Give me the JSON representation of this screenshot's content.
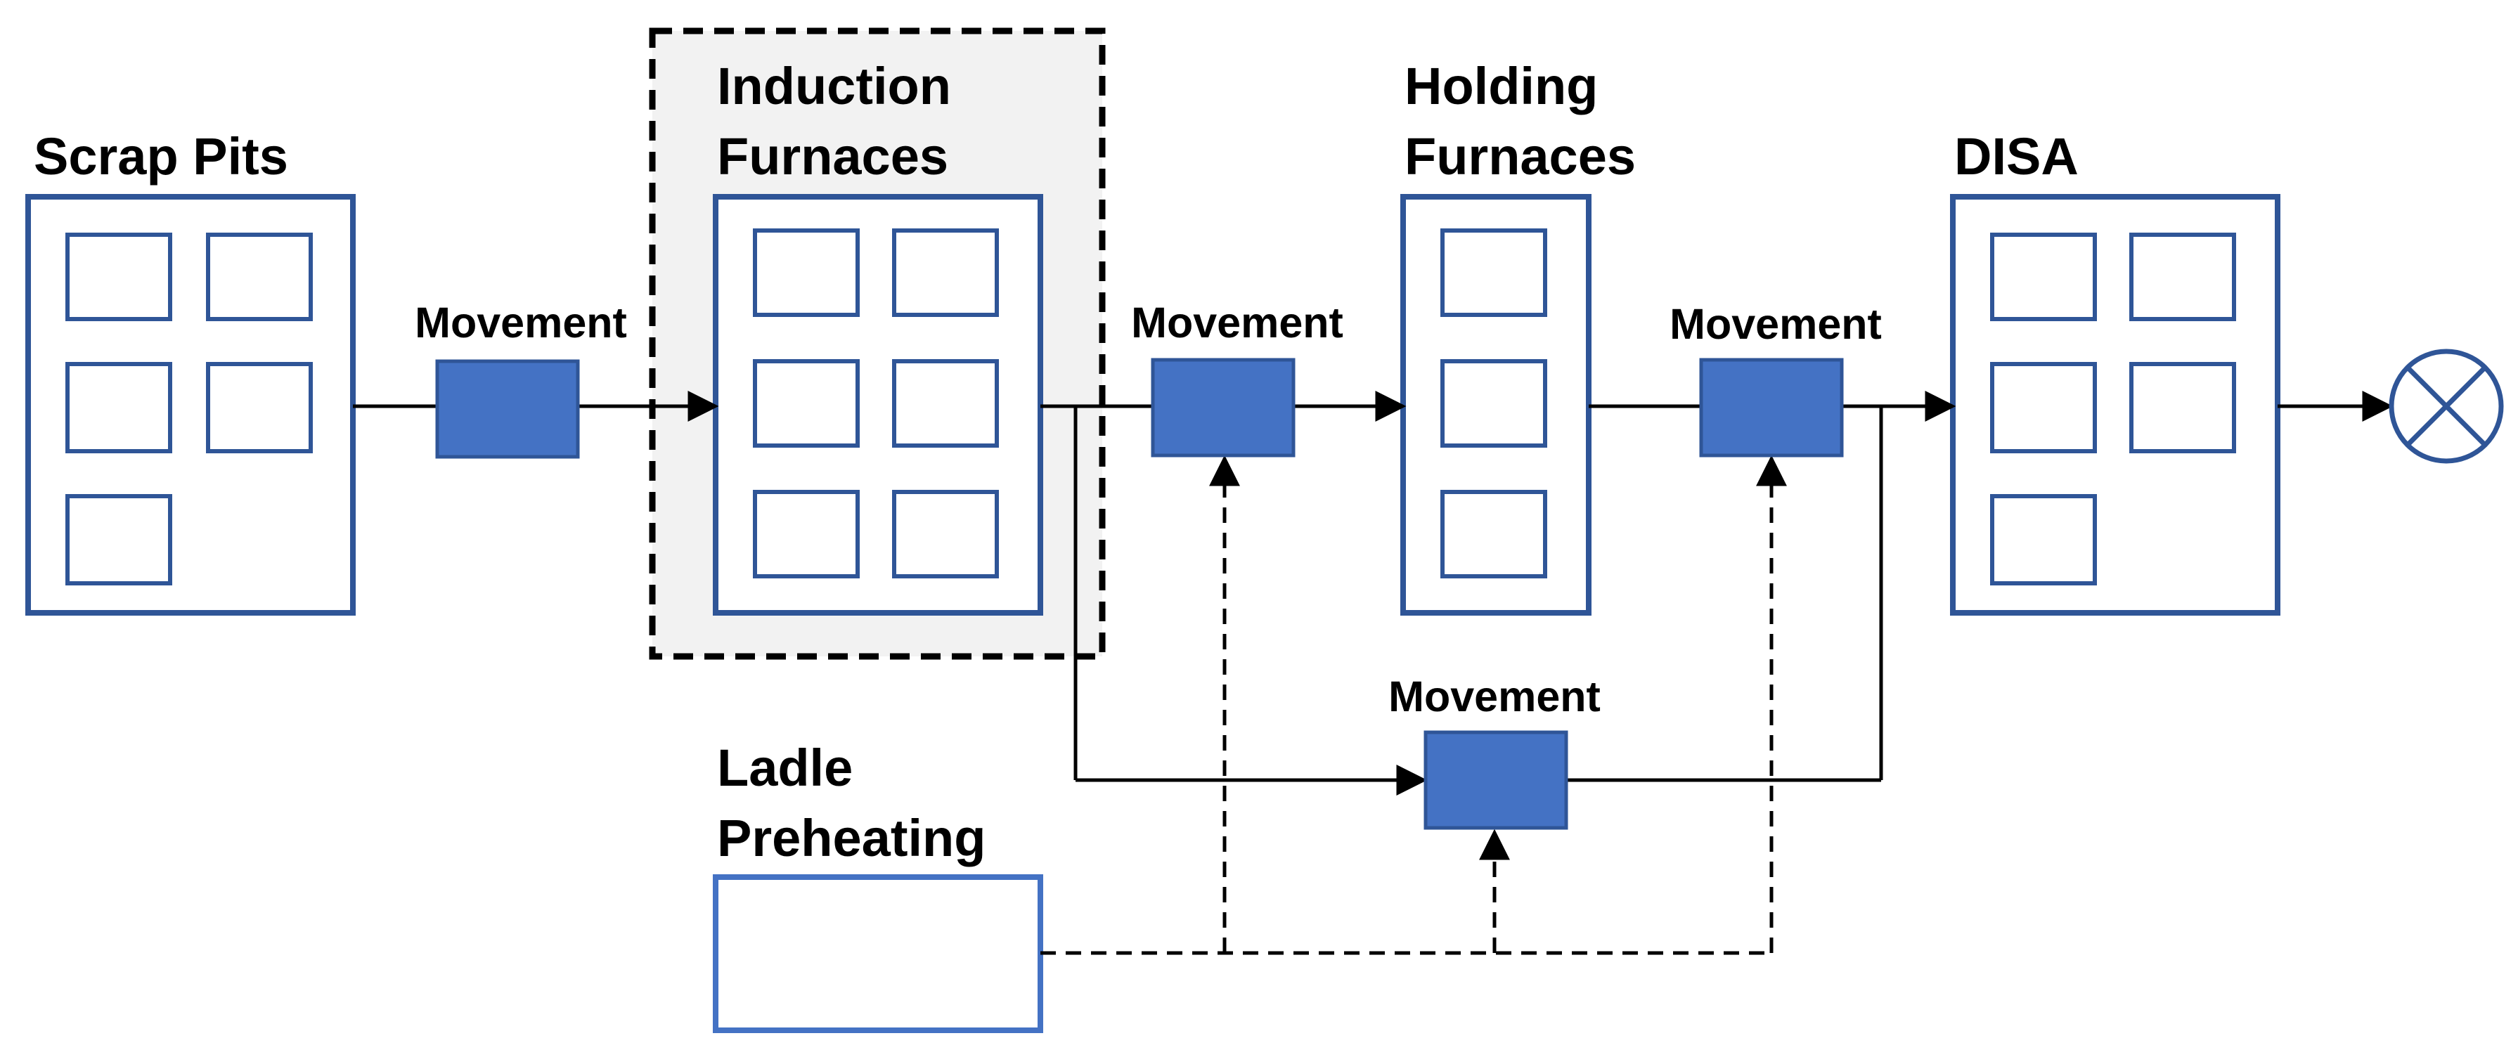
{
  "stations": {
    "scrap_pits": "Scrap Pits",
    "induction_line1": "Induction",
    "induction_line2": "Furnaces",
    "holding_line1": "Holding",
    "holding_line2": "Furnaces",
    "disa": "DISA",
    "ladle_line1": "Ladle",
    "ladle_line2": "Preheating"
  },
  "movements": {
    "m1": "Movement",
    "m2": "Movement",
    "m3": "Movement",
    "m4": "Movement"
  },
  "colors": {
    "frame_stroke": "#2f5597",
    "movement_fill": "#4472c4",
    "ladle_stroke": "#4472c4",
    "highlight_bg": "#f2f2f2",
    "line": "#000000"
  },
  "icons": {
    "sink": "circle-cross-icon"
  }
}
